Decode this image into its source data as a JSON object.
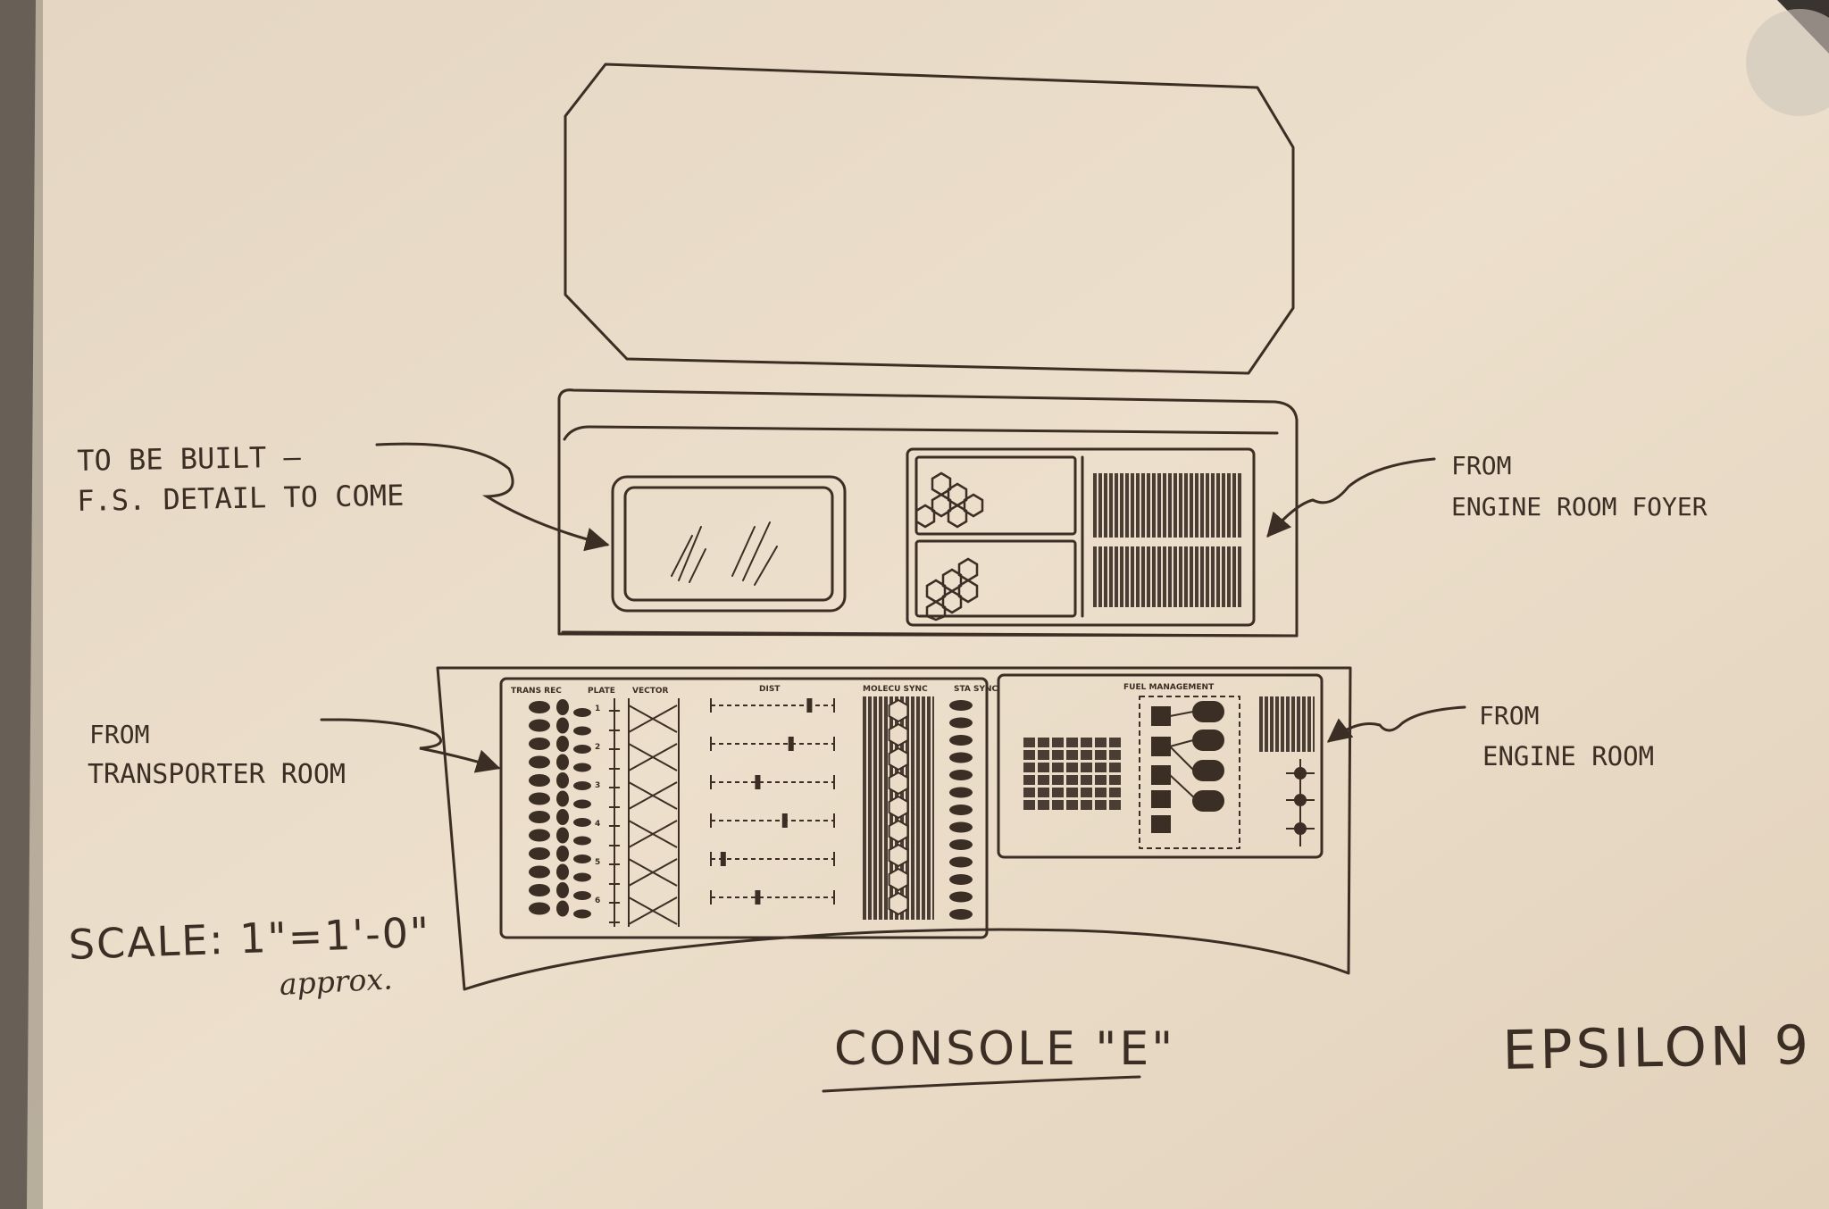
{
  "colors": {
    "paper": "#eadcc8",
    "ink": "#3b2e24",
    "background": "#3a3430"
  },
  "annotations": {
    "to_be_built": "TO BE BUILT —",
    "fs_detail": "F.S. DETAIL TO COME",
    "from_engine_foyer_a": "FROM",
    "from_engine_foyer_b": "ENGINE ROOM FOYER",
    "from_transporter_a": "FROM",
    "from_transporter_b": "TRANSPORTER ROOM",
    "from_engine_room_a": "FROM",
    "from_engine_room_b": "ENGINE ROOM"
  },
  "scale": {
    "value": "SCALE: 1\"=1'-0\"",
    "approx": "approx."
  },
  "title": "CONSOLE \"E\"",
  "project": "EPSILON 9",
  "panel_labels": {
    "trans_rec": "TRANS REC",
    "plate": "PLATE",
    "vector": "VECTOR",
    "dist": "DIST",
    "molecu_sync": "MOLECU SYNC",
    "sta_sync": "STA SYNC",
    "fuel_management": "FUEL MANAGEMENT"
  },
  "plate_numbers": [
    "1",
    "2",
    "3",
    "4",
    "5",
    "6"
  ]
}
